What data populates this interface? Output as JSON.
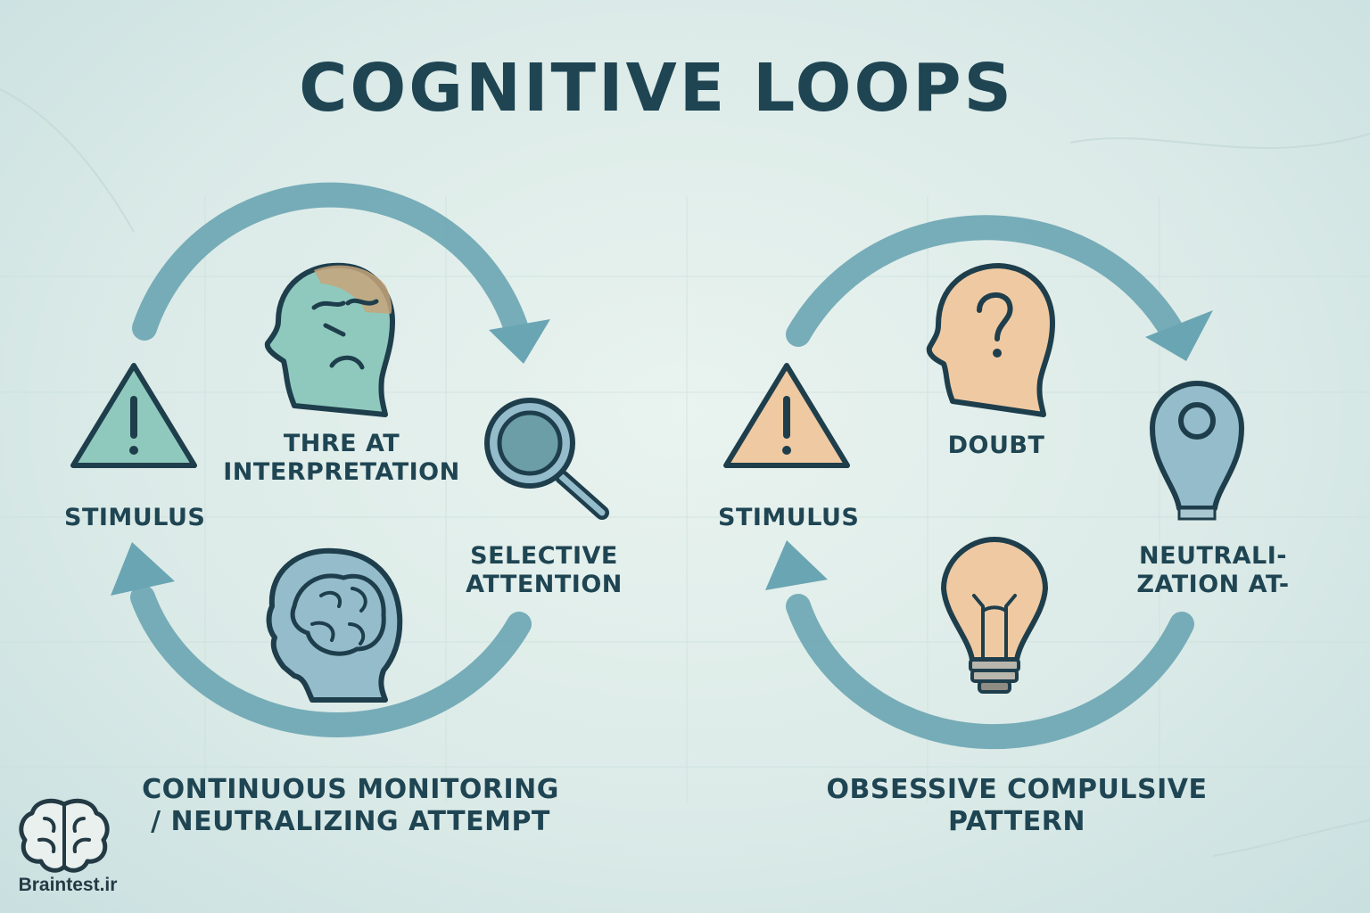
{
  "title": "COGNITIVE LOOPS",
  "loops": [
    {
      "caption_line1": "CONTINUOUS MONITORING",
      "caption_line2": "/ NEUTRALIZING ATTEMPT",
      "nodes": {
        "stimulus": "STIMULUS",
        "interpretation_line1": "THRE AT",
        "interpretation_line2": "INTERPRETATION",
        "attention_line1": "SELECTIVE",
        "attention_line2": "ATTENTION"
      }
    },
    {
      "caption_line1": "OBSESSIVE COMPULSIVE",
      "caption_line2": "PATTERN",
      "nodes": {
        "stimulus": "STIMULUS",
        "doubt": "DOUBT",
        "neutralization_line1": "NEUTRALI-",
        "neutralization_line2": "ZATION AT-"
      }
    }
  ],
  "brand": "Braintest.ir",
  "colors": {
    "arrow": "#6aa5b3",
    "outline": "#1e3e4c",
    "teal_fill": "#8fc9bd",
    "peach_fill": "#efc9a2",
    "blue_fill": "#95bccb"
  },
  "icons": [
    "warning-icon",
    "worried-head-icon",
    "magnifier-icon",
    "brain-head-icon",
    "question-head-icon",
    "bulb-icon",
    "brain-logo-icon"
  ]
}
